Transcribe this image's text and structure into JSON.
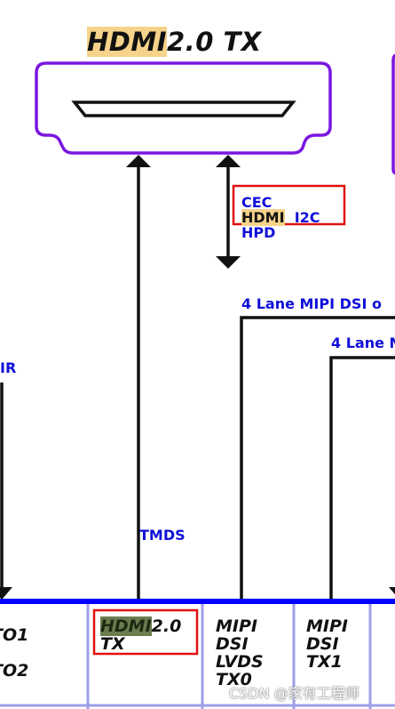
{
  "title": {
    "highlighted": "HDMI",
    "rest": "2.0 TX"
  },
  "side_signals": {
    "line1": "CEC",
    "line2_a": "HDMI",
    "line2_b": "I2C",
    "line3": "HPD"
  },
  "mipi_lanes": {
    "label1": "4 Lane MIPI DSI o",
    "label2": "4 Lane M"
  },
  "left_label": "IR",
  "tmds_label": "TMDS",
  "bus_cells": {
    "left": {
      "line1": "TO1",
      "line2": "TO2"
    },
    "hdmi": {
      "highlighted": "HDMI",
      "rest": "2.0",
      "line2": "TX"
    },
    "mipi1": {
      "line1": "MIPI",
      "line2": "DSI",
      "line3": "LVDS",
      "line4": "TX0"
    },
    "mipi2": {
      "line1": "MIPI",
      "line2": "DSI",
      "line3": "TX1"
    }
  },
  "watermark": "CSDN @家有工程师",
  "colors": {
    "bus": "#0000ff",
    "connector": "#7b16e0",
    "highlight_box": "#e01010",
    "label_text": "#1010d8"
  }
}
